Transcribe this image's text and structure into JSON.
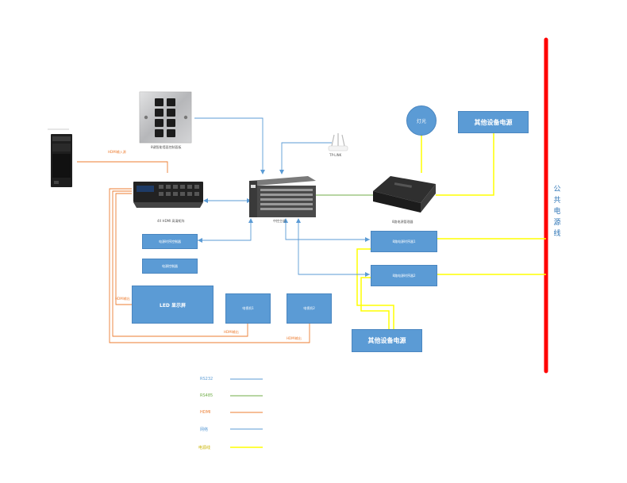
{
  "colors": {
    "rs232": "#5b9bd5",
    "rs485": "#70ad47",
    "hdmi": "#ed7d31",
    "network": "#5b9bd5",
    "power": "#ffff00",
    "bus": "#ff0000",
    "box": "#5b9bd5"
  },
  "devices": {
    "pc_label": "",
    "pc_hdmi": "HDMI输入源",
    "panel_label": "8键智能墙面控制面板",
    "wifi_label": "TP-LINK",
    "matrix_label": "4X HDMI 高清矩阵",
    "host_label": "中控主机",
    "power_unit_label": "8路电源管理器"
  },
  "boxes": {
    "light": "灯光",
    "other_power_top": "其他设备电源",
    "ctrl1": "电源时序控制器",
    "ctrl2": "电源控制器",
    "seq1": "8路电源时序器1",
    "seq2": "8路电源时序器2",
    "led": "LED 显示屏",
    "tv1": "电视机1",
    "tv2": "电视机2",
    "other_power_bottom": "其他设备电源"
  },
  "captions": {
    "led_hdmi": "HDMI输出",
    "tv1_hdmi": "HDMI输出",
    "tv2_hdmi": "HDMI输出"
  },
  "bus_label": "公共电源线",
  "legend": [
    {
      "label": "RS232",
      "color": "#5b9bd5"
    },
    {
      "label": "RS485",
      "color": "#70ad47"
    },
    {
      "label": "HDMI",
      "color": "#ed7d31"
    },
    {
      "label": "网络",
      "color": "#5b9bd5"
    },
    {
      "label": "电源线",
      "color": "#ffff00"
    }
  ]
}
